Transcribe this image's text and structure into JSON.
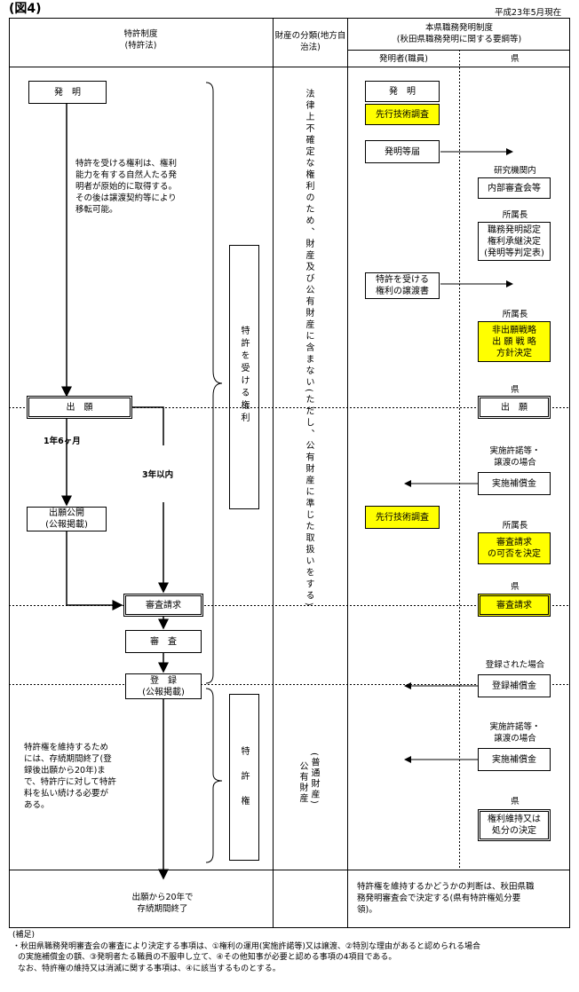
{
  "title": "(図4)",
  "date": "平成23年5月現在",
  "headers": {
    "col1_line1": "特許制度",
    "col1_line2": "(特許法)",
    "col2": "財産の分類(地方自治法)",
    "col3_line1": "本県職務発明制度",
    "col3_line2": "(秋田県職務発明に関する要綱等)",
    "sub_inventor": "発明者(職員)",
    "sub_pref": "県"
  },
  "left": {
    "invention": "発　明",
    "note1": [
      "特許を受ける権利は、権利",
      "能力を有する自然人たる発",
      "明者が原始的に取得する。",
      "その後は譲渡契約等により",
      "移転可能。"
    ],
    "application": "出　願",
    "label_18m": "1年6ヶ月",
    "label_3y": "3年以内",
    "publication": [
      "出願公開",
      "(公報掲載)"
    ],
    "exam_request": "審査請求",
    "examination": "審　査",
    "registration": [
      "登　録",
      "(公報掲載)"
    ],
    "note2": [
      "特許権を維持するため",
      "には、存続期間終了(登",
      "録後出願から20年)ま",
      "で、特許庁に対して特許",
      "料を払い続ける必要が",
      "ある。"
    ],
    "expire": [
      "出願から20年で",
      "存続期間終了"
    ],
    "right_to_patent": "特許を受ける権利",
    "patent_right": "特　許　権"
  },
  "middle": {
    "text1": "法律上不確定な権利のため、財産及び公有財産に含まない(ただし、公有財産に準じた取扱いをする)",
    "text2": "(普通財産)",
    "text3": "公有財産"
  },
  "right": {
    "invention": "発　明",
    "prior_search1": "先行技術調査",
    "notice": "発明等届",
    "lab": "研究機関内",
    "internal_review": "内部審査会等",
    "director1": "所属長",
    "determination": [
      "職務発明認定",
      "権利承継決定",
      "(発明等判定表)"
    ],
    "transfer_doc": [
      "特許を受ける",
      "権利の譲渡書"
    ],
    "director2": "所属長",
    "strategy": [
      "非出願戦略",
      "出 願 戦 略",
      "方針決定"
    ],
    "pref1": "県",
    "application": "出　願",
    "licensing1": [
      "実施許諾等・",
      "譲渡の場合"
    ],
    "compensation1": "実施補償金",
    "prior_search2": "先行技術調査",
    "director3": "所属長",
    "exam_decision": [
      "審査請求",
      "の可否を決定"
    ],
    "pref2": "県",
    "exam_request": "審査請求",
    "registered_case": "登録された場合",
    "reg_compensation": "登録補償金",
    "licensing2": [
      "実施許諾等・",
      "譲渡の場合"
    ],
    "compensation2": "実施補償金",
    "pref3": "県",
    "maintain": [
      "権利維持又は",
      "処分の決定"
    ],
    "bottom_note": [
      "特許権を維持するかどうかの判断は、秋田県職",
      "務発明審査会で決定する(県有特許権処分要",
      "領)。"
    ]
  },
  "supplement": {
    "heading": "(補足)",
    "line1": "・秋田県職務発明審査会の審査により決定する事項は、①権利の運用(実施許諾等)又は譲渡、②特別な理由があると認められる場合",
    "line2": "の実施補償金の額、③発明者たる職員の不服申し立て、④その他知事が必要と認める事項の4項目である。",
    "line3": "なお、特許権の維持又は消滅に関する事項は、④に該当するものとする。"
  }
}
